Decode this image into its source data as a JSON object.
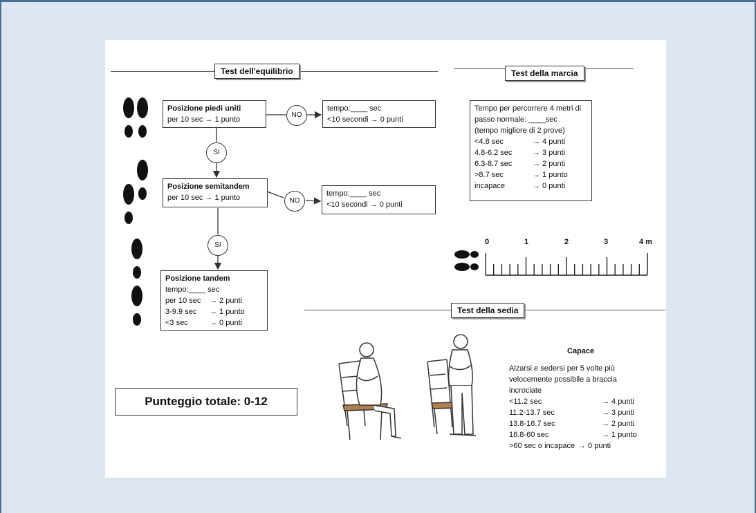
{
  "balance": {
    "title": "Test dell'equilibrio",
    "step1": {
      "title": "Posizione piedi uniti",
      "line": "per 10 sec → 1 punto"
    },
    "step1_fail": {
      "line1": "tempo:____ sec",
      "line2": "<10 secondi → 0 punti"
    },
    "step2": {
      "title": "Posizione semitandem",
      "line": "per 10 sec → 1 punto"
    },
    "step2_fail": {
      "line1": "tempo:____ sec",
      "line2": "<10 secondi → 0 punti"
    },
    "step3": {
      "title": "Posizione tandem",
      "line1": "tempo:____ sec",
      "rows": [
        {
          "label": "per 10 sec",
          "score": "→ 2 punti"
        },
        {
          "label": "3-9.9 sec",
          "score": "→ 1 punto"
        },
        {
          "label": "<3 sec",
          "score": "→ 0 punti"
        }
      ]
    },
    "no_label": "NO",
    "si_label": "SI"
  },
  "total": "Punteggio totale: 0-12",
  "gait": {
    "title": "Test della marcia",
    "line1": "Tempo per percorrere 4 metri di",
    "line2": "passo normale: ____sec",
    "line3": "(tempo migliore di 2 prove)",
    "rows": [
      {
        "label": "<4.8 sec",
        "score": "→ 4 punti"
      },
      {
        "label": "4.8-6.2 sec",
        "score": "→ 3 punti"
      },
      {
        "label": "6.3-8.7 sec",
        "score": "→ 2 punti"
      },
      {
        "label": ">8.7 sec",
        "score": "→ 1 punto"
      },
      {
        "label": "incapace",
        "score": "→ 0 punti"
      }
    ],
    "ruler": [
      "0",
      "1",
      "2",
      "3",
      "4 m"
    ]
  },
  "chair": {
    "title": "Test della sedia",
    "capable": "Capace",
    "desc1": "Alzarsi e sedersi per 5 volte più",
    "desc2": "velocemente possibile a braccia",
    "desc3": "incrociate",
    "rows": [
      {
        "label": "<11.2 sec",
        "score": "→ 4 punti"
      },
      {
        "label": "11.2-13.7 sec",
        "score": "→ 3 punti"
      },
      {
        "label": "13.8-16.7 sec",
        "score": "→ 2 punti"
      },
      {
        "label": "16.8-60 sec",
        "score": "→ 1 punto"
      },
      {
        "label": ">60 sec o incapace",
        "score": "→ 0 punti"
      }
    ]
  }
}
